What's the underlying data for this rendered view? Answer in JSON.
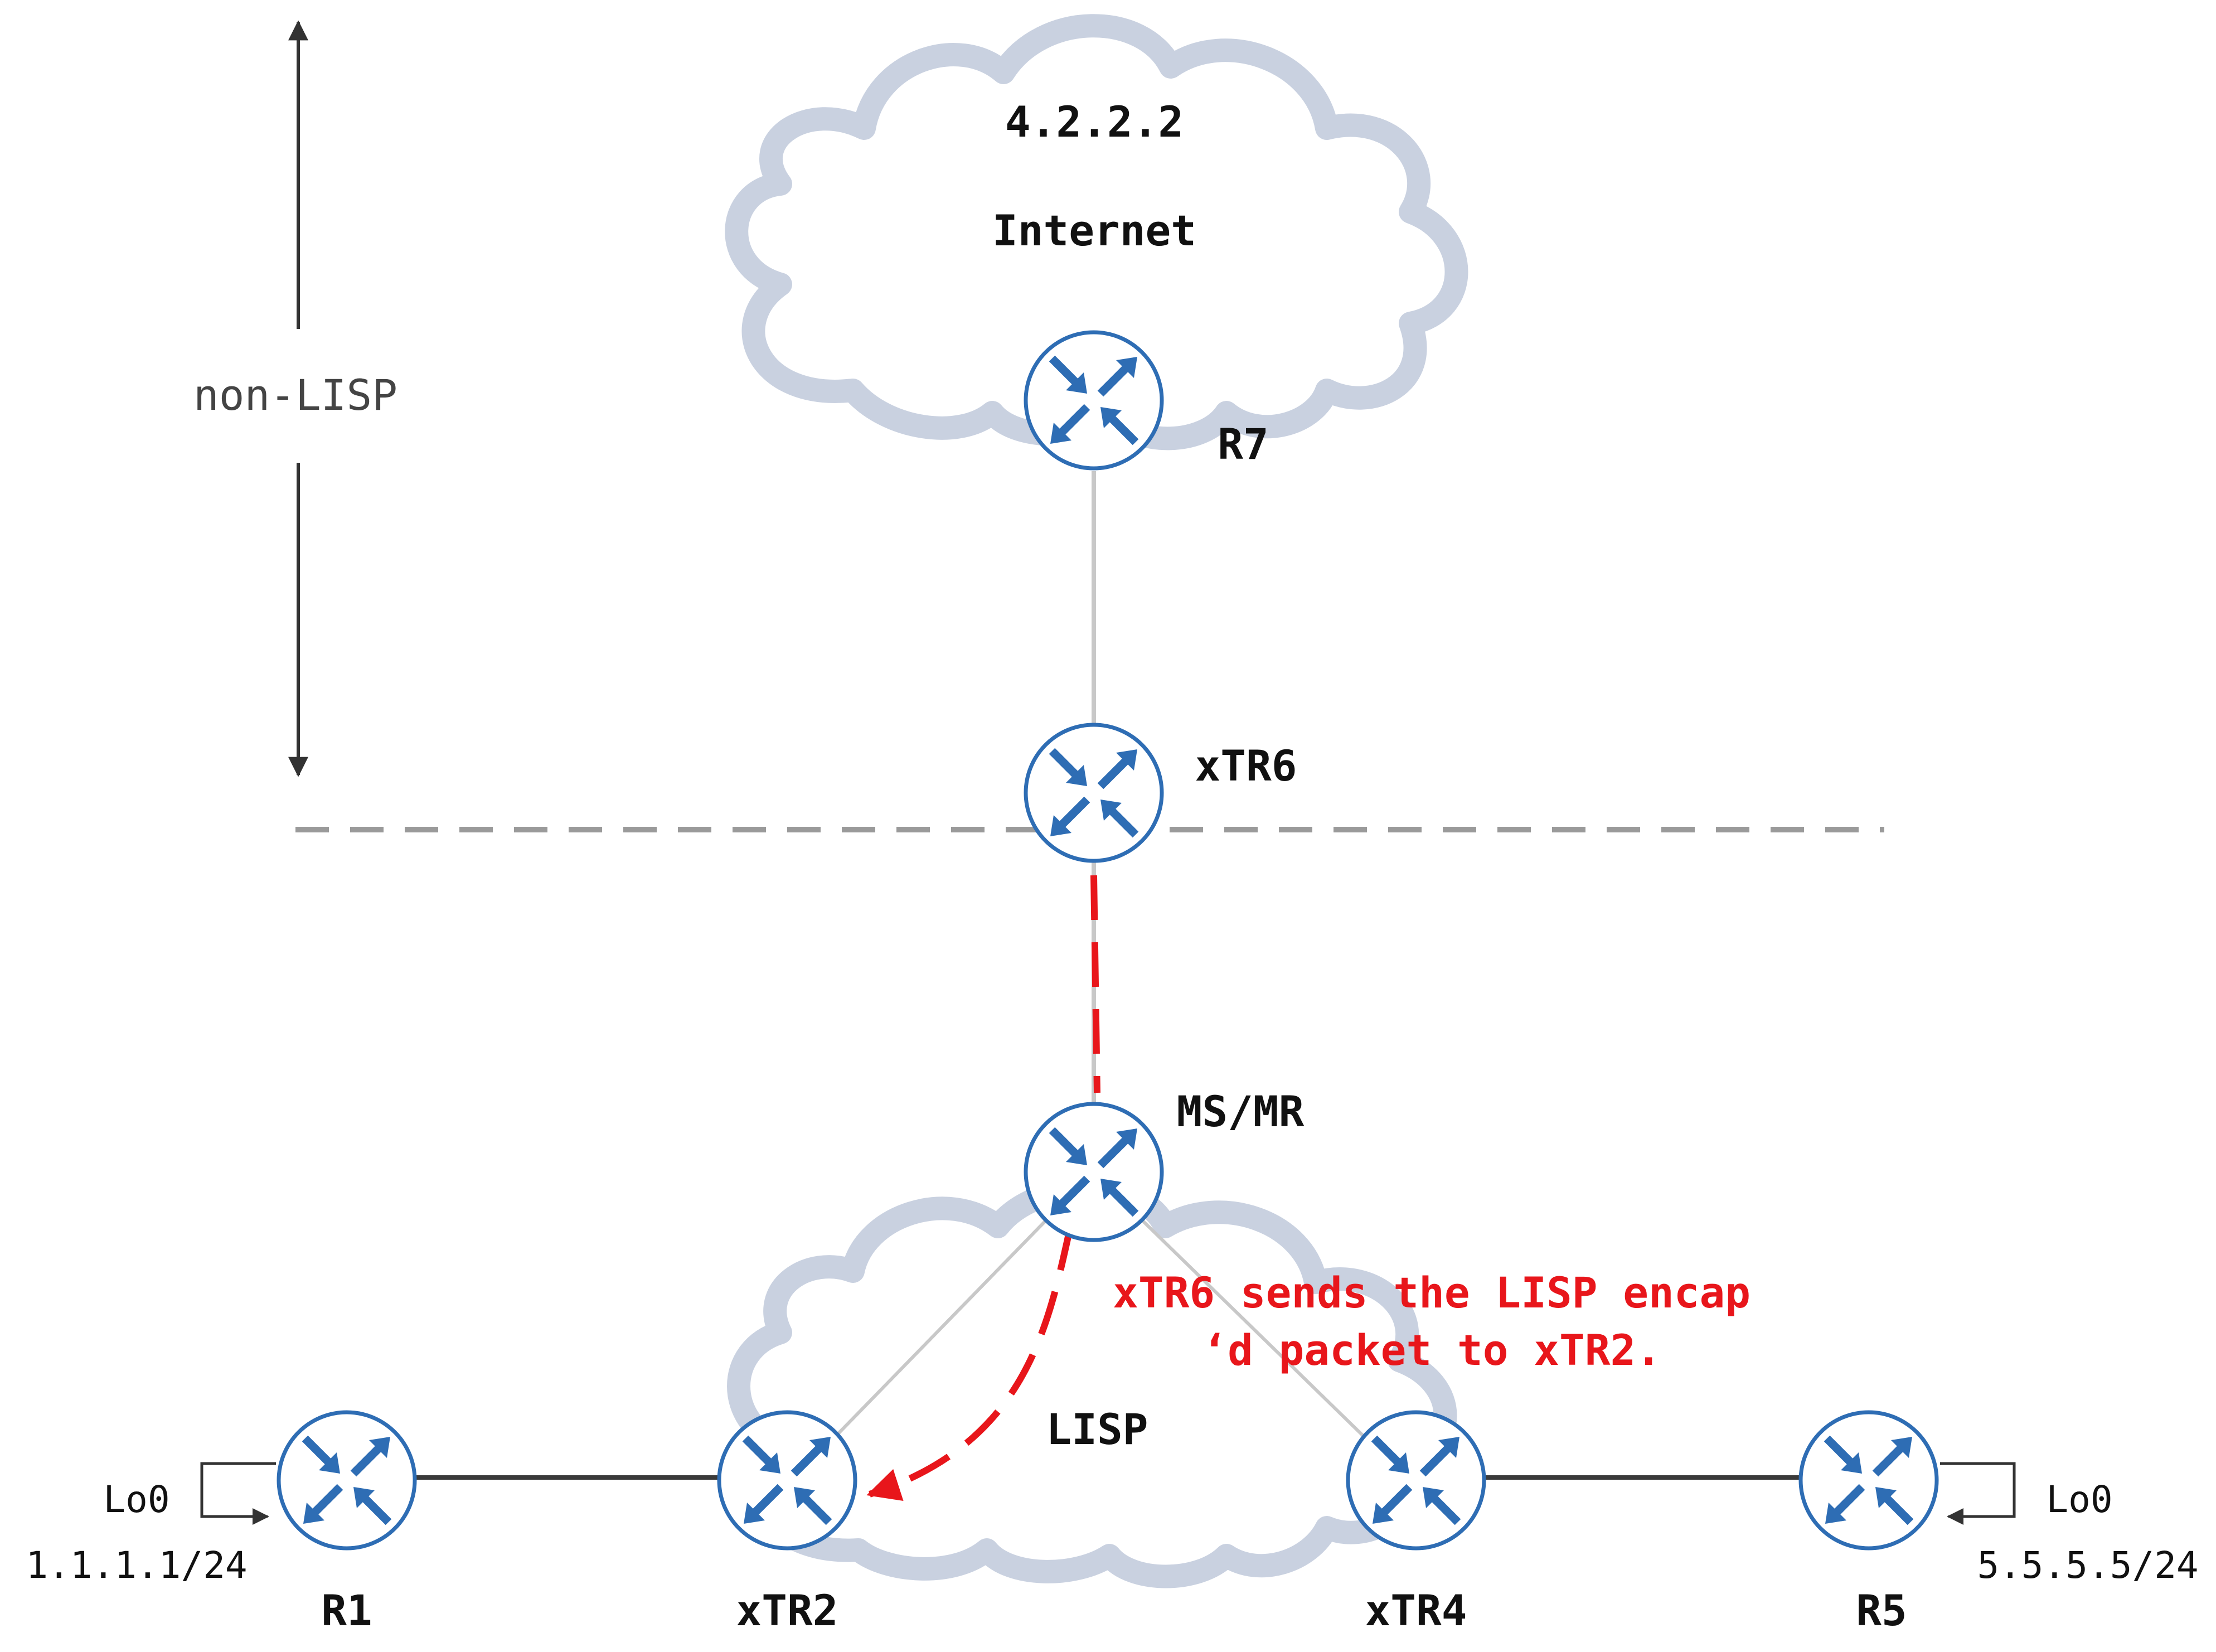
{
  "labels": {
    "non_lisp": "non-LISP",
    "internet_ip": "4.2.2.2",
    "internet": "Internet",
    "lisp": "LISP",
    "r1_lo": "Lo0",
    "r1_ip": "1.1.1.1/24",
    "r5_lo": "Lo0",
    "r5_ip": "5.5.5.5/24",
    "annotation_line1": "xTR6 sends the LISP encap",
    "annotation_line2": "‘d packet to xTR2."
  },
  "routers": {
    "r7": "R7",
    "xtr6": "xTR6",
    "msmr": "MS/MR",
    "r1": "R1",
    "xtr2": "xTR2",
    "xtr4": "xTR4",
    "r5": "R5"
  },
  "colors": {
    "router_fill": "#ffffff",
    "router_stroke": "#2e6db4",
    "router_arrow": "#2e6db4",
    "cloud": "#c9d1e0",
    "link_light": "#c8c8c8",
    "link_dark": "#3a3a3a",
    "boundary": "#9a9a9a",
    "annotation": "#e8161b",
    "text": "#111111",
    "label_gray": "#444444"
  }
}
